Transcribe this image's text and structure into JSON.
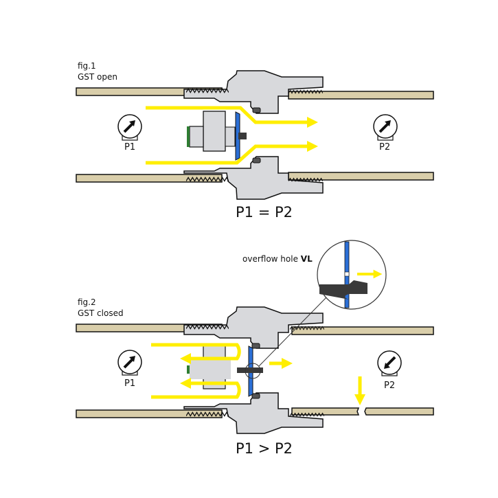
{
  "colors": {
    "pipe": "#d9ceaa",
    "body": "#d8d9dc",
    "flow": "#ffee00",
    "valve": "#2b6fd6",
    "dark": "#3a3a3a",
    "green": "#2e7d32",
    "outline": "#111111"
  },
  "figures": [
    {
      "id": "fig1",
      "caption_line1": "fig.1",
      "caption_line2": "GST  open",
      "gauge_left": {
        "label": "P1",
        "needle": "up-right"
      },
      "gauge_right": {
        "label": "P2",
        "needle": "up-right"
      },
      "equation": "P1 = P2",
      "state": "open"
    },
    {
      "id": "fig2",
      "caption_line1": "fig.2",
      "caption_line2": "GST closed",
      "gauge_left": {
        "label": "P1",
        "needle": "up-right"
      },
      "gauge_right": {
        "label": "P2",
        "needle": "down-left"
      },
      "equation": "P1 > P2",
      "state": "closed",
      "callout_text": "overflow hole ",
      "callout_bold": "VL"
    }
  ]
}
